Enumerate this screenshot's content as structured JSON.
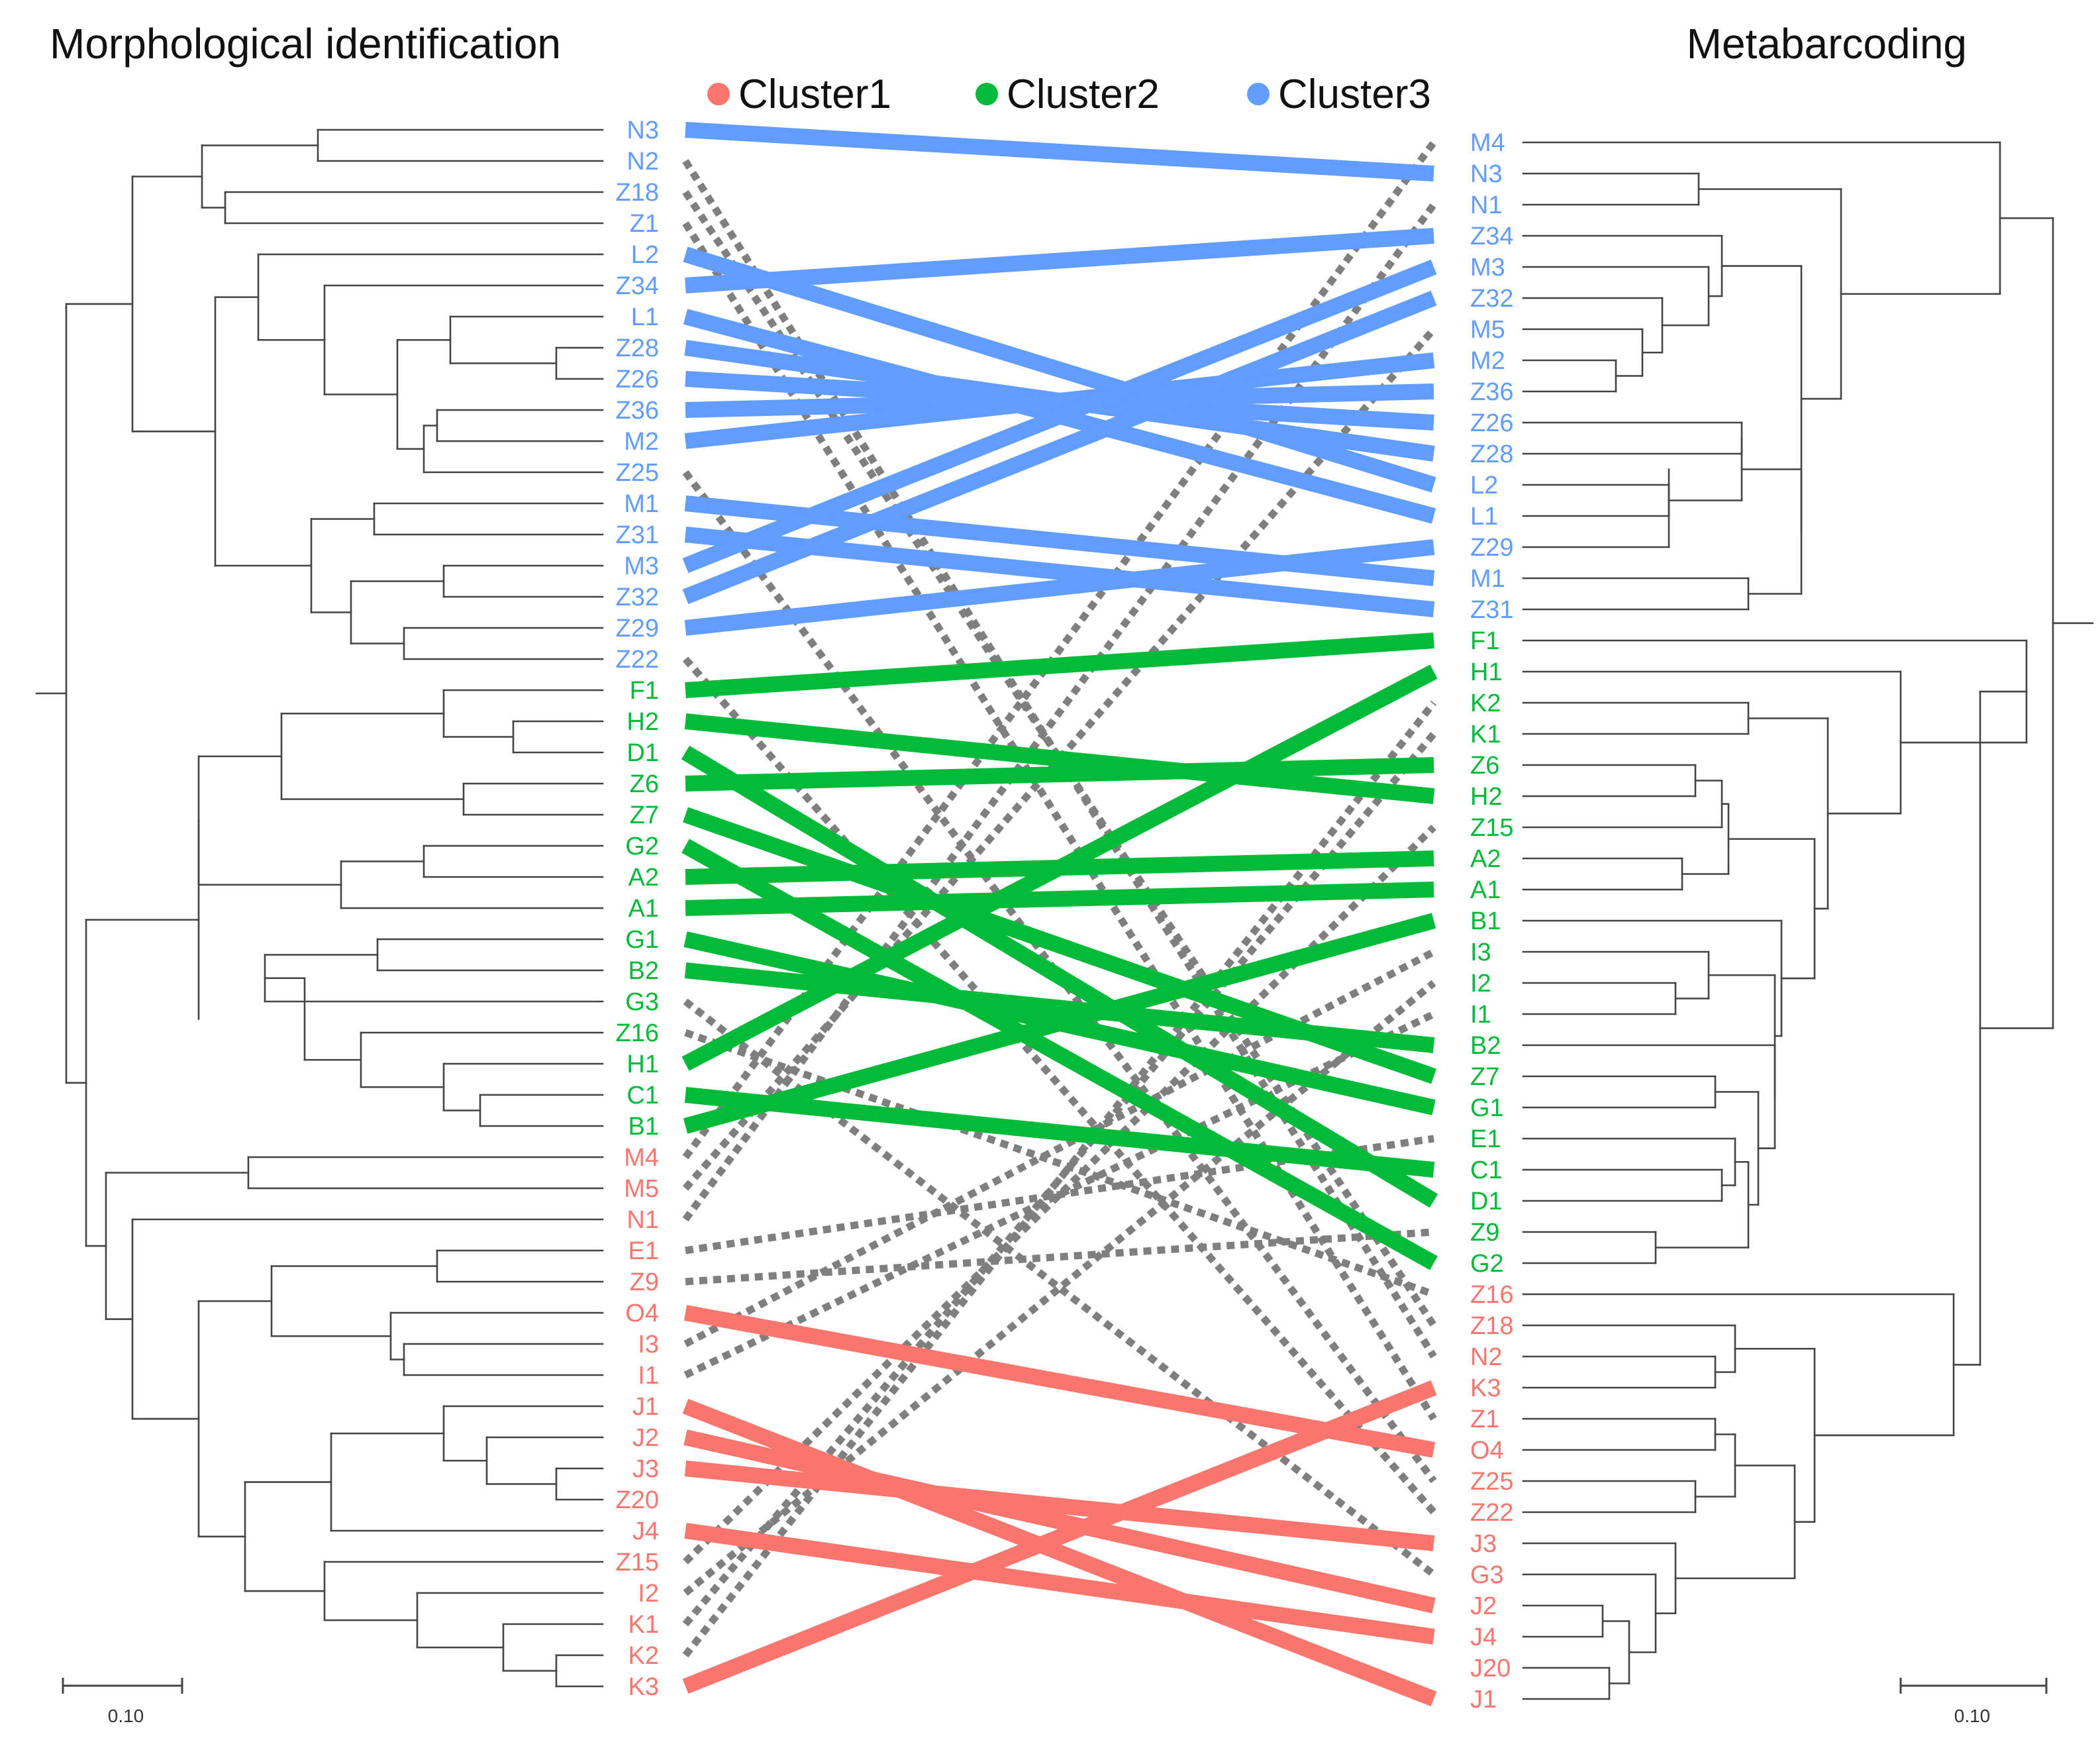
{
  "titles": {
    "left": "Morphological identification",
    "right": "Metabarcoding"
  },
  "legend": [
    {
      "label": "Cluster1",
      "color": "#f8766d"
    },
    {
      "label": "Cluster2",
      "color": "#00ba38"
    },
    {
      "label": "Cluster3",
      "color": "#619cff"
    }
  ],
  "colors": {
    "cluster1": "#f8766d",
    "cluster2": "#00ba38",
    "cluster3": "#619cff",
    "unmatched_link": "#7f7f7f",
    "tree": "#444444"
  },
  "scale_bar": {
    "left_label": "0.10",
    "right_label": "0.10"
  },
  "left_tree": {
    "labels": [
      "N3",
      "N2",
      "Z18",
      "Z1",
      "L2",
      "Z34",
      "L1",
      "Z28",
      "Z26",
      "Z36",
      "M2",
      "Z25",
      "M1",
      "Z31",
      "M3",
      "Z32",
      "Z29",
      "Z22",
      "F1",
      "H2",
      "D1",
      "Z6",
      "Z7",
      "G2",
      "A2",
      "A1",
      "G1",
      "B2",
      "G3",
      "Z16",
      "H1",
      "C1",
      "B1",
      "M4",
      "M5",
      "N1",
      "E1",
      "Z9",
      "O4",
      "I3",
      "I1",
      "J1",
      "J2",
      "J3",
      "Z20",
      "J4",
      "Z15",
      "I2",
      "K1",
      "K2",
      "K3"
    ],
    "clusters": [
      3,
      3,
      3,
      3,
      3,
      3,
      3,
      3,
      3,
      3,
      3,
      3,
      3,
      3,
      3,
      3,
      3,
      3,
      2,
      2,
      2,
      2,
      2,
      2,
      2,
      2,
      2,
      2,
      2,
      2,
      2,
      2,
      2,
      1,
      1,
      1,
      1,
      1,
      1,
      1,
      1,
      1,
      1,
      1,
      1,
      1,
      1,
      1,
      1,
      1,
      1
    ]
  },
  "right_tree": {
    "labels": [
      "M4",
      "N3",
      "N1",
      "Z34",
      "M3",
      "Z32",
      "M5",
      "M2",
      "Z36",
      "Z26",
      "Z28",
      "L2",
      "L1",
      "Z29",
      "M1",
      "Z31",
      "F1",
      "H1",
      "K2",
      "K1",
      "Z6",
      "H2",
      "Z15",
      "A2",
      "A1",
      "B1",
      "I3",
      "I2",
      "I1",
      "B2",
      "Z7",
      "G1",
      "E1",
      "C1",
      "D1",
      "Z9",
      "G2",
      "Z16",
      "Z18",
      "N2",
      "K3",
      "Z1",
      "O4",
      "Z25",
      "Z22",
      "J3",
      "G3",
      "J2",
      "J4",
      "J20",
      "J1"
    ],
    "clusters": [
      3,
      3,
      3,
      3,
      3,
      3,
      3,
      3,
      3,
      3,
      3,
      3,
      3,
      3,
      3,
      3,
      2,
      2,
      2,
      2,
      2,
      2,
      2,
      2,
      2,
      2,
      2,
      2,
      2,
      2,
      2,
      2,
      2,
      2,
      2,
      2,
      2,
      1,
      1,
      1,
      1,
      1,
      1,
      1,
      1,
      1,
      1,
      1,
      1,
      1,
      1
    ]
  },
  "links": {
    "cluster3": [
      [
        "N3",
        "N3"
      ],
      [
        "L2",
        "L2"
      ],
      [
        "Z34",
        "Z34"
      ],
      [
        "L1",
        "L1"
      ],
      [
        "Z28",
        "Z28"
      ],
      [
        "Z26",
        "Z26"
      ],
      [
        "Z36",
        "Z36"
      ],
      [
        "M2",
        "M2"
      ],
      [
        "M1",
        "M1"
      ],
      [
        "Z31",
        "Z31"
      ],
      [
        "M3",
        "M3"
      ],
      [
        "Z32",
        "Z32"
      ],
      [
        "Z29",
        "Z29"
      ]
    ],
    "cluster2": [
      [
        "F1",
        "F1"
      ],
      [
        "H2",
        "H2"
      ],
      [
        "D1",
        "D1"
      ],
      [
        "Z6",
        "Z6"
      ],
      [
        "Z7",
        "Z7"
      ],
      [
        "G2",
        "G2"
      ],
      [
        "A2",
        "A2"
      ],
      [
        "A1",
        "A1"
      ],
      [
        "G1",
        "G1"
      ],
      [
        "B2",
        "B2"
      ],
      [
        "H1",
        "H1"
      ],
      [
        "C1",
        "C1"
      ],
      [
        "B1",
        "B1"
      ]
    ],
    "cluster1": [
      [
        "O4",
        "O4"
      ],
      [
        "J1",
        "J1"
      ],
      [
        "J2",
        "J2"
      ],
      [
        "J3",
        "J3"
      ],
      [
        "J4",
        "J4"
      ],
      [
        "K3",
        "K3"
      ]
    ],
    "mismatch": [
      [
        "N2",
        "N2"
      ],
      [
        "Z18",
        "Z18"
      ],
      [
        "Z1",
        "Z1"
      ],
      [
        "Z25",
        "Z25"
      ],
      [
        "Z22",
        "Z22"
      ],
      [
        "G3",
        "G3"
      ],
      [
        "Z16",
        "Z16"
      ],
      [
        "M4",
        "M4"
      ],
      [
        "M5",
        "M5"
      ],
      [
        "N1",
        "N1"
      ],
      [
        "E1",
        "E1"
      ],
      [
        "Z9",
        "Z9"
      ],
      [
        "I3",
        "I3"
      ],
      [
        "I1",
        "I1"
      ],
      [
        "Z15",
        "Z15"
      ],
      [
        "I2",
        "I2"
      ],
      [
        "K1",
        "K1"
      ],
      [
        "K2",
        "K2"
      ]
    ]
  }
}
